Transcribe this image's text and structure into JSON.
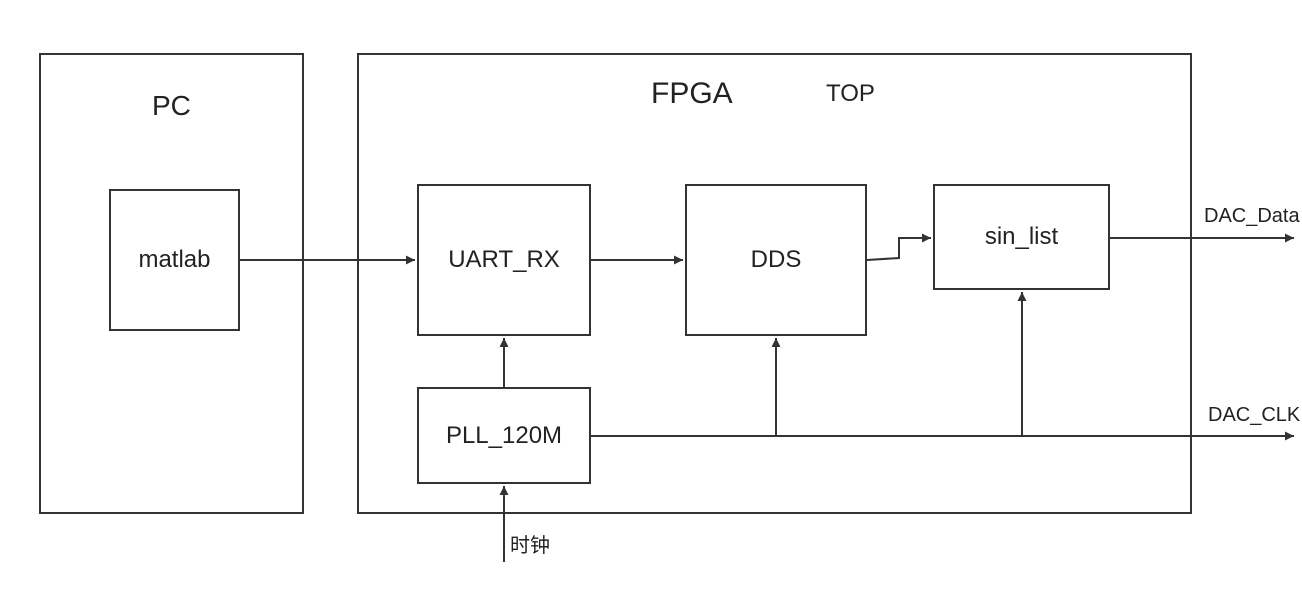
{
  "pc": {
    "title": "PC",
    "block": "matlab"
  },
  "fpga": {
    "title": "FPGA",
    "subtitle": "TOP"
  },
  "blocks": {
    "uart": "UART_RX",
    "dds": "DDS",
    "sin": "sin_list",
    "pll": "PLL_120M"
  },
  "signals": {
    "dac_data": "DAC_Data",
    "dac_clk": "DAC_CLK",
    "clock_in": "时钟"
  }
}
